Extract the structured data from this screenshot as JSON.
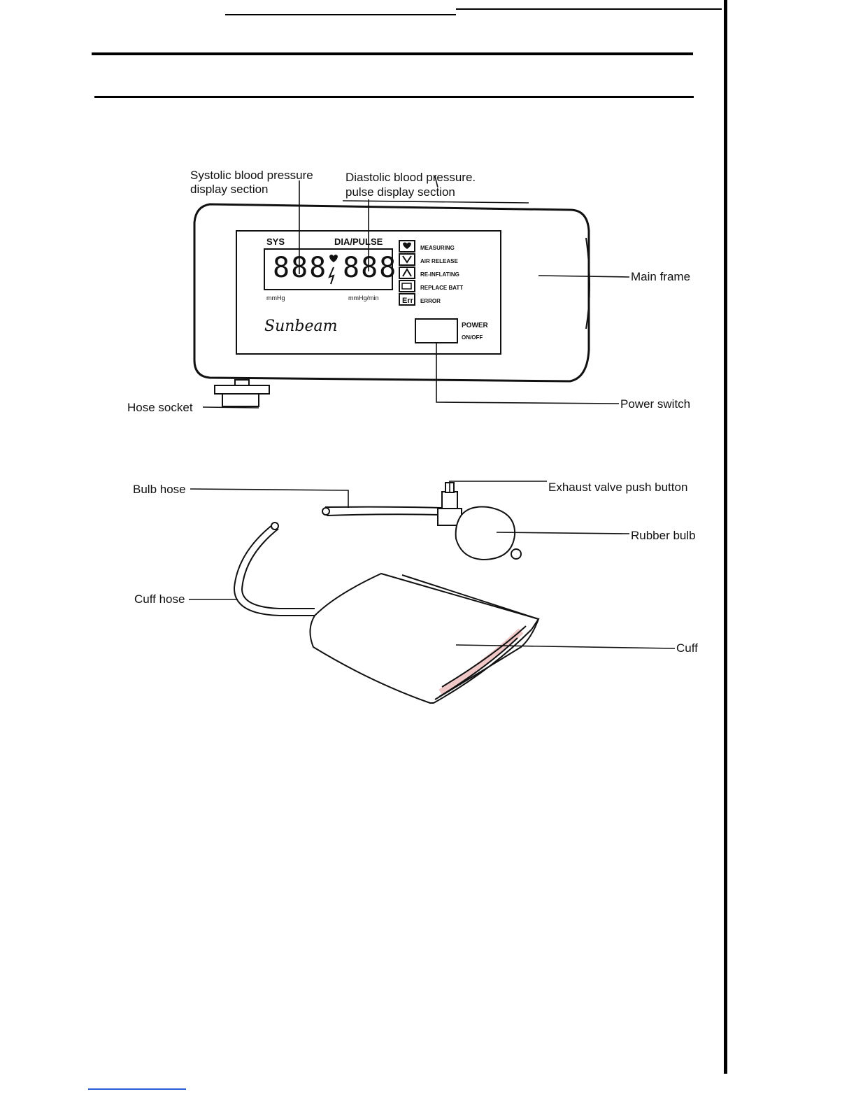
{
  "labels": {
    "systolic_line1": "Systolic blood pressure",
    "systolic_line2": "display section",
    "diastolic_line1": "Diastolic blood pressure.",
    "diastolic_line2": "pulse display section",
    "main_frame": "Main frame",
    "hose_socket": "Hose socket",
    "power_switch": "Power switch",
    "bulb_hose": "Bulb hose",
    "exhaust_valve": "Exhaust valve push button",
    "rubber_bulb": "Rubber bulb",
    "cuff_hose": "Cuff hose",
    "cuff": "Cuff"
  },
  "device": {
    "sys_label": "SYS",
    "dia_label": "DIA/PULSE",
    "sys_digits": "888",
    "dia_digits": "888",
    "sys_unit": "mmHg",
    "dia_unit": "mmHg/min",
    "brand": "Sunbeam",
    "power_label": "POWER",
    "power_sub": "ON/OFF",
    "status": [
      {
        "text": "MEASURING",
        "icon": "heart-icon"
      },
      {
        "text": "AIR RELEASE",
        "icon": "arrow-down-icon"
      },
      {
        "text": "RE-INFLATING",
        "icon": "arrow-up-icon"
      },
      {
        "text": "REPLACE BATT",
        "icon": "battery-icon"
      },
      {
        "text": "ERROR",
        "icon": "error-icon"
      }
    ]
  },
  "colors": {
    "ink": "#111111",
    "frame_fill": "#ffffff",
    "cuff_stripe": "#f3d6d6",
    "link_line": "#2b5fd9"
  }
}
